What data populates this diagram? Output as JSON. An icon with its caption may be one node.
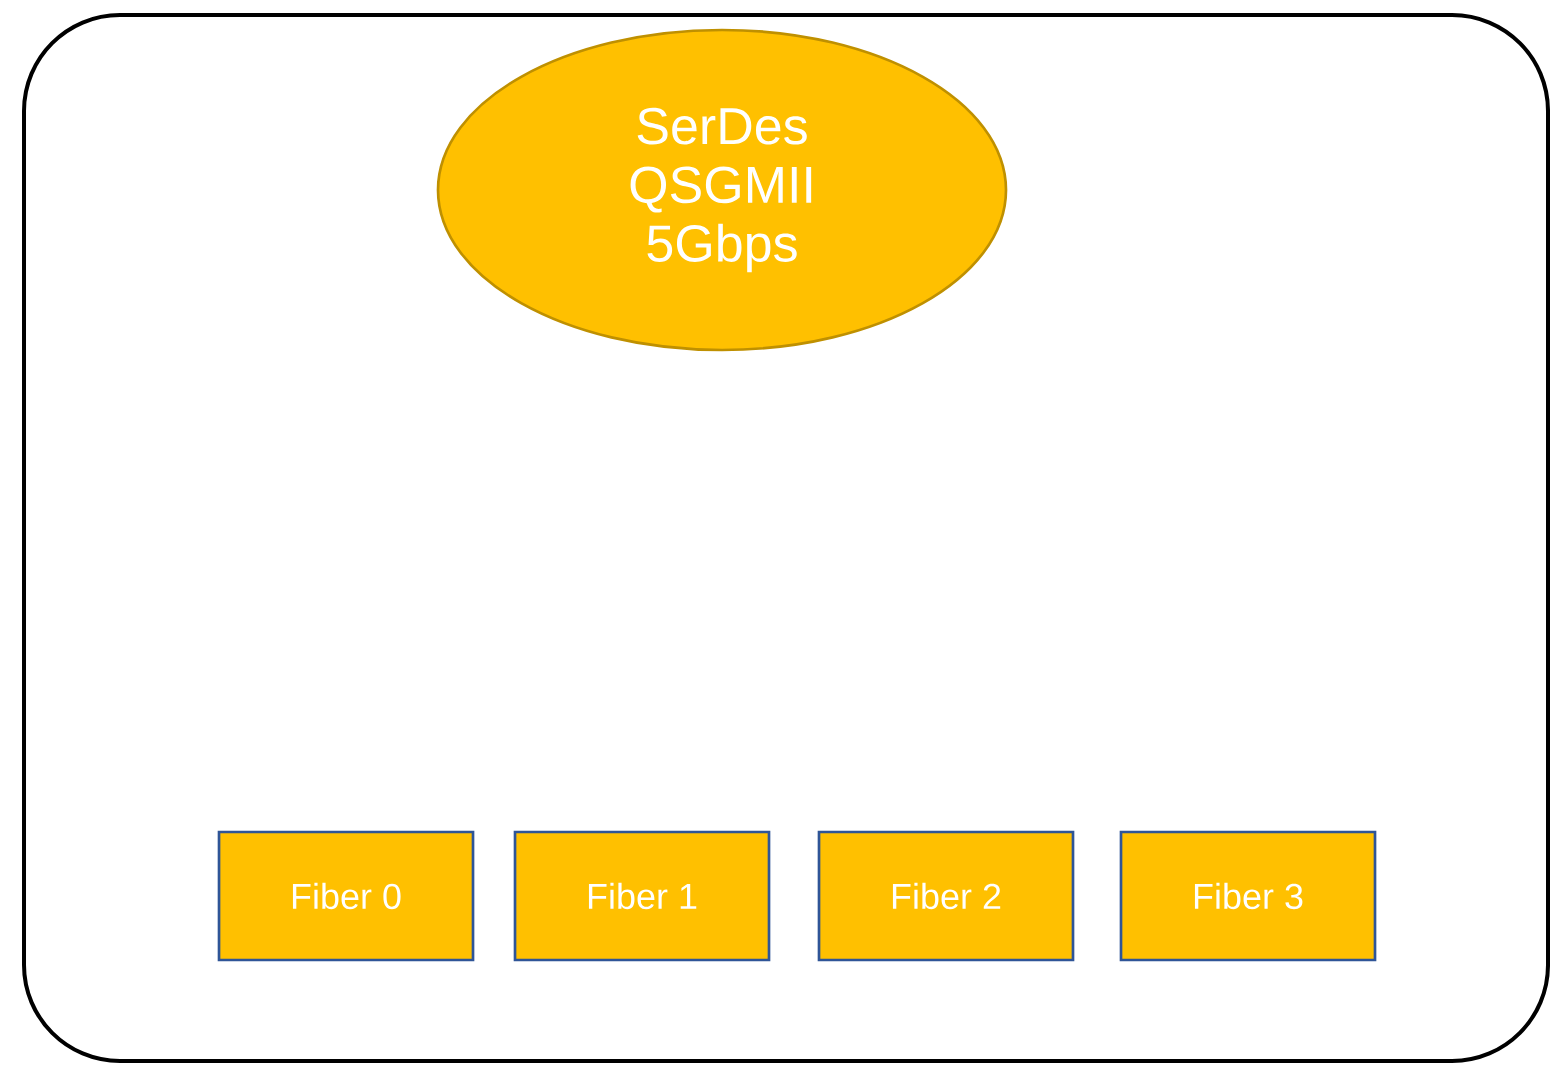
{
  "diagram": {
    "nodes": [
      {
        "text": [],
        "shape": "box"
      },
      {
        "text": [
          "SerDes QSGMII 5Gbps"
        ],
        "in": 0
      },
      {
        "text": [
          "Fiber 0"
        ],
        "in": 0
      },
      {
        "text": [
          "Fiber 1"
        ],
        "in": 0
      },
      {
        "text": [
          "Fiber 2"
        ],
        "in": 0
      },
      {
        "text": [
          "Fiber 3"
        ],
        "in": 0
      }
    ]
  }
}
